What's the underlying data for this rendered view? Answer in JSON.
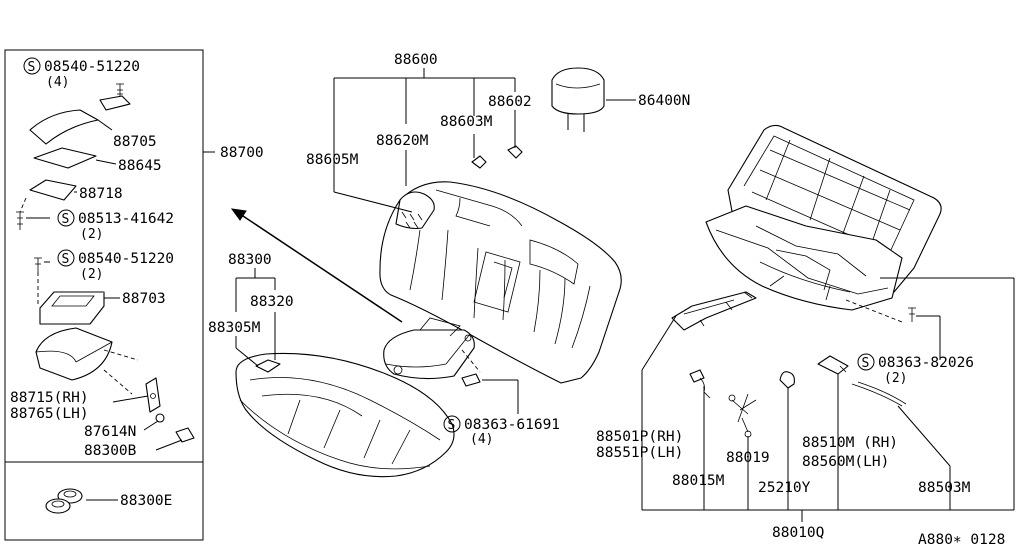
{
  "callouts": {
    "c88600": "88600",
    "c88602": "88602",
    "c88603M": "88603M",
    "c88620M": "88620M",
    "c88605M": "88605M",
    "c86400N": "86400N",
    "c88700": "88700",
    "c08540_51220_a": "08540-51220",
    "c08540_51220_a_qty": "(4)",
    "c88705": "88705",
    "c88645": "88645",
    "c88718": "88718",
    "c08513_41642": "08513-41642",
    "c08513_41642_qty": "(2)",
    "c08540_51220_b": "08540-51220",
    "c08540_51220_b_qty": "(2)",
    "c88703": "88703",
    "c88715": "88715(RH)",
    "c88765": "88765(LH)",
    "c87614N": "87614N",
    "c88300B": "88300B",
    "c88300E": "88300E",
    "c88300": "88300",
    "c88320": "88320",
    "c88305M": "88305M",
    "c08363_61691": "08363-61691",
    "c08363_61691_qty": "(4)",
    "c08363_82026": "08363-82026",
    "c08363_82026_qty": "(2)",
    "c88501P": "88501P(RH)",
    "c88551P": "88551P(LH)",
    "c88510M": "88510M (RH)",
    "c88560M": "88560M(LH)",
    "c88019": "88019",
    "c88015M": "88015M",
    "c25210Y": "25210Y",
    "c88503M": "88503M",
    "c88010Q": "88010Q"
  },
  "screw_symbol": "S",
  "diagram_code": "A880∗ 0128",
  "icons": [
    "screw-symbol-icon",
    "arrow-icon"
  ]
}
